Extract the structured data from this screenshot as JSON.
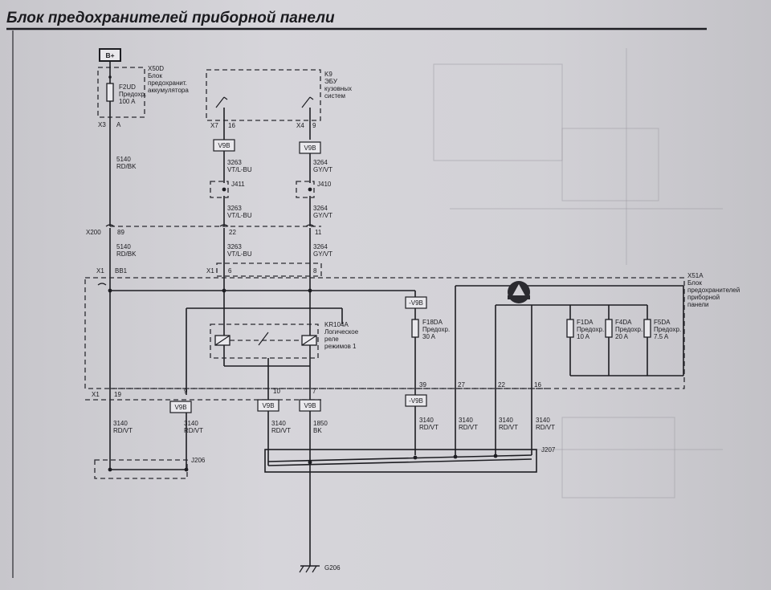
{
  "header": {
    "title": "Блок предохранителей приборной панели"
  },
  "modules": {
    "x50d": {
      "id": "X50D",
      "line1": "Блок",
      "line2": "предохранит.",
      "line3": "аккумулятора"
    },
    "k9": {
      "id": "K9",
      "line1": "ЭБУ",
      "line2": "кузовных",
      "line3": "систем"
    },
    "x51a": {
      "id": "X51A",
      "line1": "Блок",
      "line2": "предохранителей",
      "line3": "приборной",
      "line4": "панели"
    },
    "kr104a": {
      "id": "KR104A",
      "line1": "Логическое",
      "line2": "реле",
      "line3": "режимов 1"
    }
  },
  "power": {
    "label": "B+"
  },
  "fuses": {
    "f2ud": {
      "id": "F2UD",
      "line1": "Предохр.",
      "line2": "100 A"
    },
    "f18da": {
      "id": "F18DA",
      "line1": "Предохр.",
      "line2": "30 A"
    },
    "f1da": {
      "id": "F1DA",
      "line1": "Предохр.",
      "line2": "10 A"
    },
    "f4da": {
      "id": "F4DA",
      "line1": "Предохр.",
      "line2": "20 A"
    },
    "f5da": {
      "id": "F5DA",
      "line1": "Предохр.",
      "line2": "7.5 A"
    }
  },
  "connectors": {
    "x3": "X3",
    "x3_pin": "A",
    "x7": "X7",
    "x7_pin": "16",
    "x4": "X4",
    "x4_pin": "9",
    "x200": "X200",
    "x200_p1": "89",
    "x200_p2": "22",
    "x200_p3": "11",
    "x1_top": "X1",
    "x1_top_p1": "BB1",
    "x1_top_p2": "X1",
    "x1_top_p3": "6",
    "x1_top_p4": "8",
    "x1_bot": "X1",
    "x1_bot_p1": "19",
    "x1_bot_p2": "9",
    "x1_bot_p3": "10",
    "x1_bot_p4": "7",
    "x1_bot_p5": "39",
    "x1_bot_p6": "27",
    "x1_bot_p7": "22",
    "x1_bot_p8": "16"
  },
  "splices": {
    "j411": "J411",
    "j410": "J410",
    "j206": "J206",
    "j207": "J207"
  },
  "ground": {
    "label": "G206"
  },
  "tags": {
    "v9b": "V9B",
    "v9b_dash": "-V9B"
  },
  "wires": {
    "w5140_a": {
      "num": "5140",
      "color": "RD/BK"
    },
    "w5140_b": {
      "num": "5140",
      "color": "RD/BK"
    },
    "w3263_a": {
      "num": "3263",
      "color": "VT/L-BU"
    },
    "w3263_b": {
      "num": "3263",
      "color": "VT/L-BU"
    },
    "w3263_c": {
      "num": "3263",
      "color": "VT/L-BU"
    },
    "w3264_a": {
      "num": "3264",
      "color": "GY/VT"
    },
    "w3264_b": {
      "num": "3264",
      "color": "GY/VT"
    },
    "w3264_c": {
      "num": "3264",
      "color": "GY/VT"
    },
    "w3140_1": {
      "num": "3140",
      "color": "RD/VT"
    },
    "w3140_2": {
      "num": "3140",
      "color": "RD/VT"
    },
    "w3140_3": {
      "num": "3140",
      "color": "RD/VT"
    },
    "w1850": {
      "num": "1850",
      "color": "BK"
    },
    "w3140_4": {
      "num": "3140",
      "color": "RD/VT"
    },
    "w3140_5": {
      "num": "3140",
      "color": "RD/VT"
    },
    "w3140_6": {
      "num": "3140",
      "color": "RD/VT"
    },
    "w3140_7": {
      "num": "3140",
      "color": "RD/VT"
    }
  },
  "colors": {
    "paper": "#d2d1d6",
    "ink": "#1d1d22",
    "logo": "#2b2b30"
  }
}
